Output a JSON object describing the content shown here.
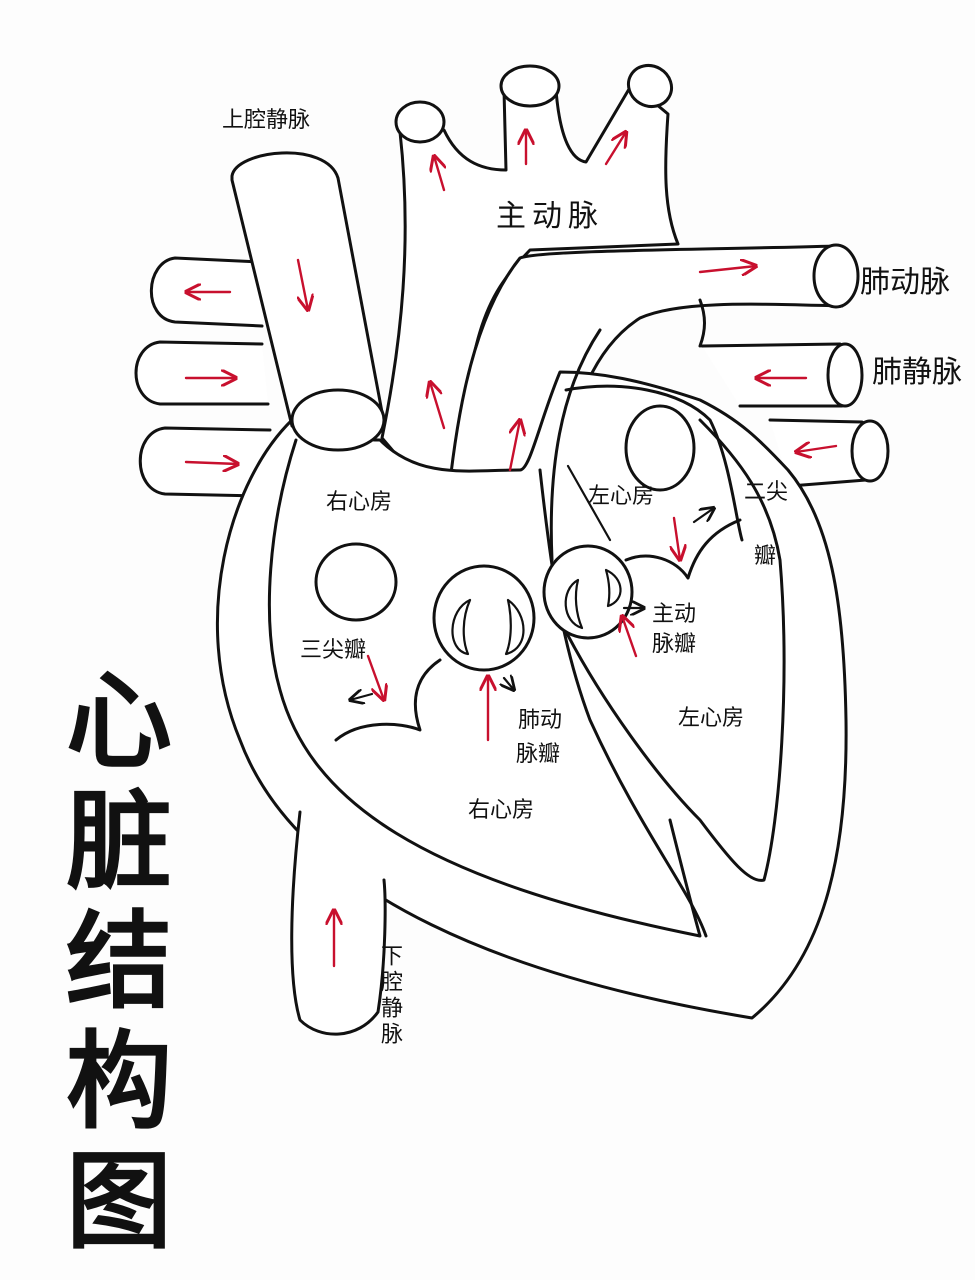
{
  "title": "心脏结构图",
  "labels": {
    "superior_vena_cava": "上腔静脉",
    "aorta": "主动脉",
    "pulmonary_artery": "肺动脉",
    "pulmonary_vein": "肺静脉",
    "right_atrium": "右心房",
    "left_atrium": "左心房",
    "mitral_valve_line1": "二尖",
    "mitral_valve_line2": "瓣",
    "tricuspid_valve": "三尖瓣",
    "aortic_valve_line1": "主动",
    "aortic_valve_line2": "脉瓣",
    "pulmonary_valve_line1": "肺动",
    "pulmonary_valve_line2": "脉瓣",
    "left_ventricle": "左心房",
    "right_ventricle": "右心房",
    "inferior_vena_cava": "下腔静脉"
  },
  "colors": {
    "outline": "#111111",
    "flow_arrow": "#c8102e",
    "background": "#fdfdfd"
  }
}
